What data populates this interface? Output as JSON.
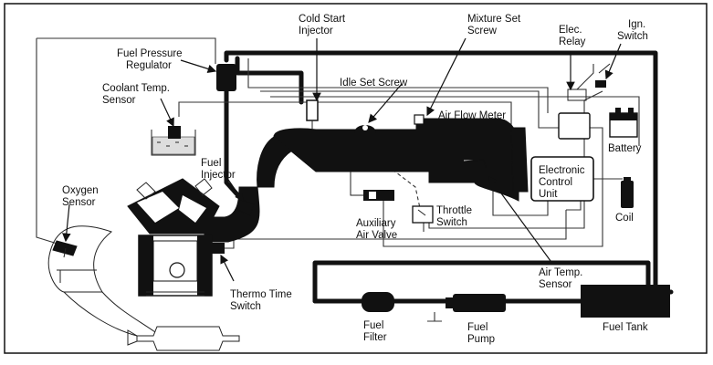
{
  "colors": {
    "ink": "#111111",
    "paper": "#ffffff"
  },
  "labels": {
    "cold_start_injector": [
      "Cold Start",
      "Injector"
    ],
    "mixture_set_screw": [
      "Mixture Set",
      "Screw"
    ],
    "ign_switch": [
      "Ign.",
      "Switch"
    ],
    "elec_relay": [
      "Elec.",
      "Relay"
    ],
    "fuel_pressure_regulator": [
      "Fuel Pressure",
      "Regulator"
    ],
    "coolant_temp_sensor": [
      "Coolant Temp.",
      "Sensor"
    ],
    "idle_set_screw": "Idle Set Screw",
    "air_flow_meter": "Air Flow Meter",
    "battery": "Battery",
    "fuel_injector": [
      "Fuel",
      "Injector"
    ],
    "oxygen_sensor": [
      "Oxygen",
      "Sensor"
    ],
    "electronic_control_unit": [
      "Electronic",
      "Control",
      "Unit"
    ],
    "throttle_switch": [
      "Throttle",
      "Switch"
    ],
    "auxiliary_air_valve": [
      "Auxiliary",
      "Air Valve"
    ],
    "coil": "Coil",
    "air_temp_sensor": [
      "Air Temp.",
      "Sensor"
    ],
    "thermo_time_switch": [
      "Thermo Time",
      "Switch"
    ],
    "fuel_filter": [
      "Fuel",
      "Filter"
    ],
    "fuel_pump": [
      "Fuel",
      "Pump"
    ],
    "fuel_tank": "Fuel Tank"
  }
}
